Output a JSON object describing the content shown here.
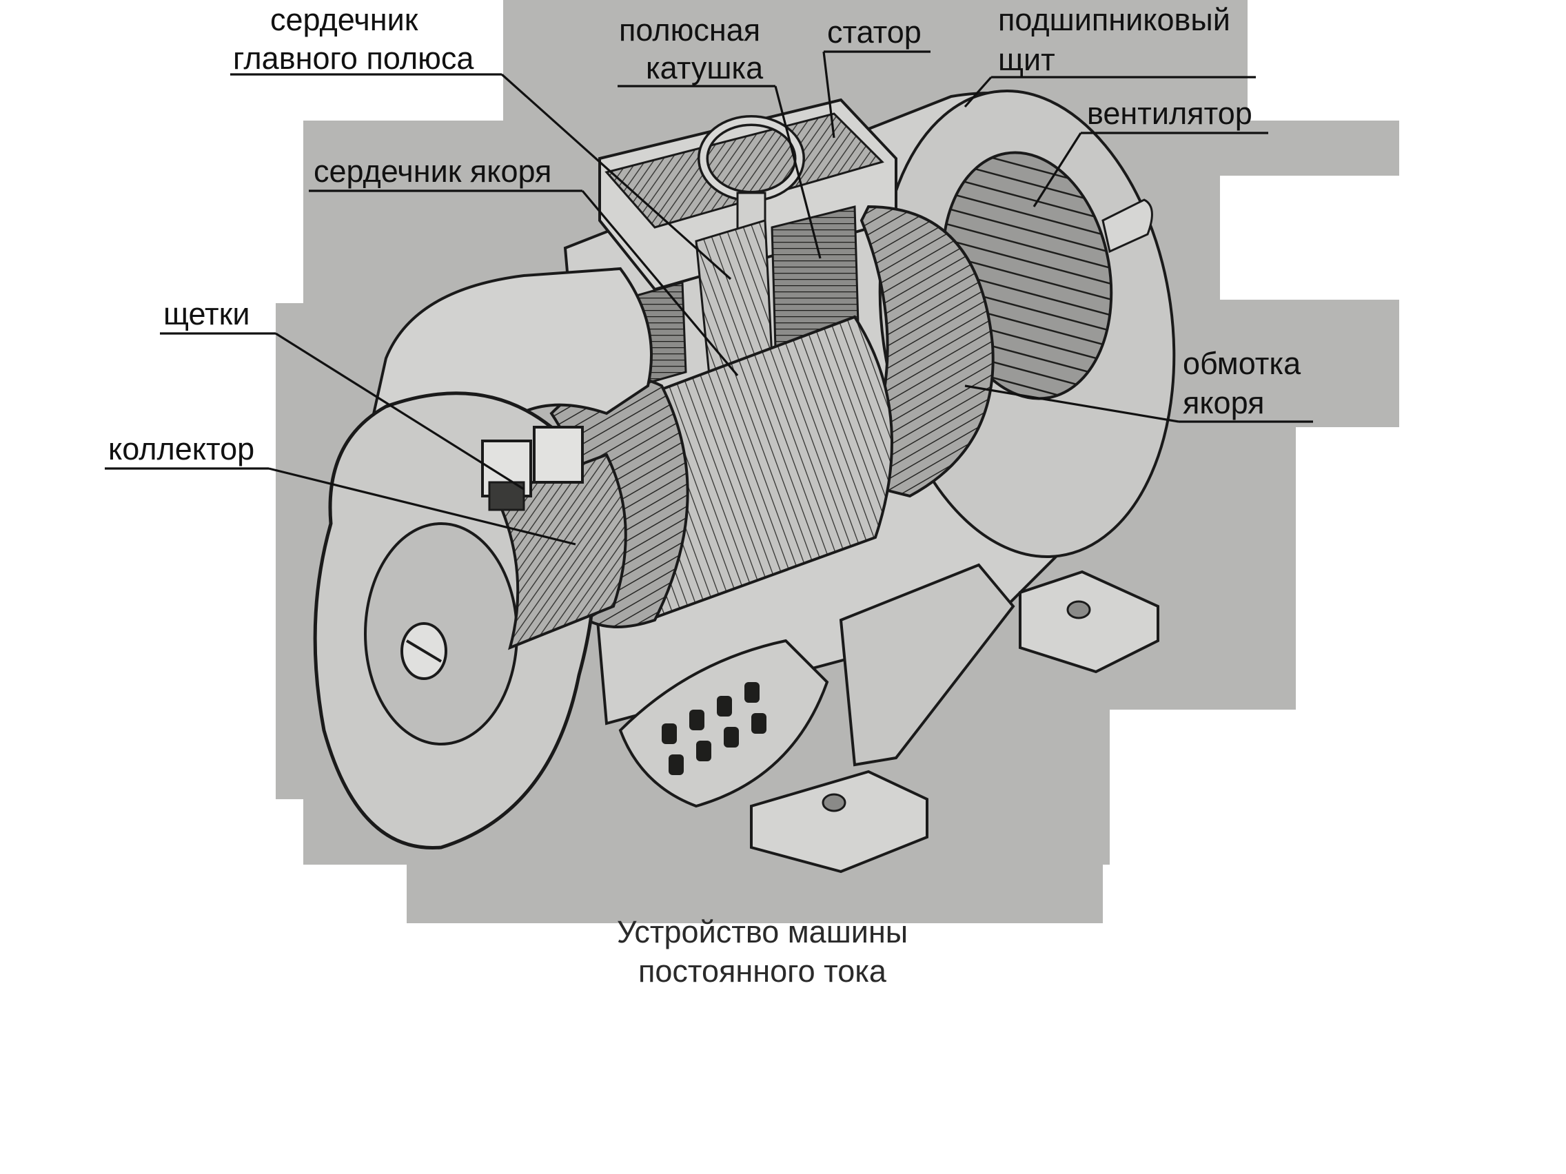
{
  "figure": {
    "labels": {
      "main_pole_core": [
        "сердечник",
        "главного полюса"
      ],
      "pole_coil": [
        "полюсная",
        "катушка"
      ],
      "stator": "статор",
      "bearing_shield": [
        "подшипниковый",
        "щит"
      ],
      "fan": "вентилятор",
      "armature_core": "сердечник якоря",
      "brushes": "щетки",
      "armature_winding": [
        "обмотка",
        "якоря"
      ],
      "commutator": "коллектор"
    },
    "caption": [
      "Устройство машины",
      "постоянного тока"
    ]
  },
  "colors": {
    "page_background": "#ffffff",
    "paper": "#b6b6b4",
    "ink": "#1a1a1a",
    "metal_dark": "#5a5a58",
    "metal_light": "#d2d2d0"
  }
}
